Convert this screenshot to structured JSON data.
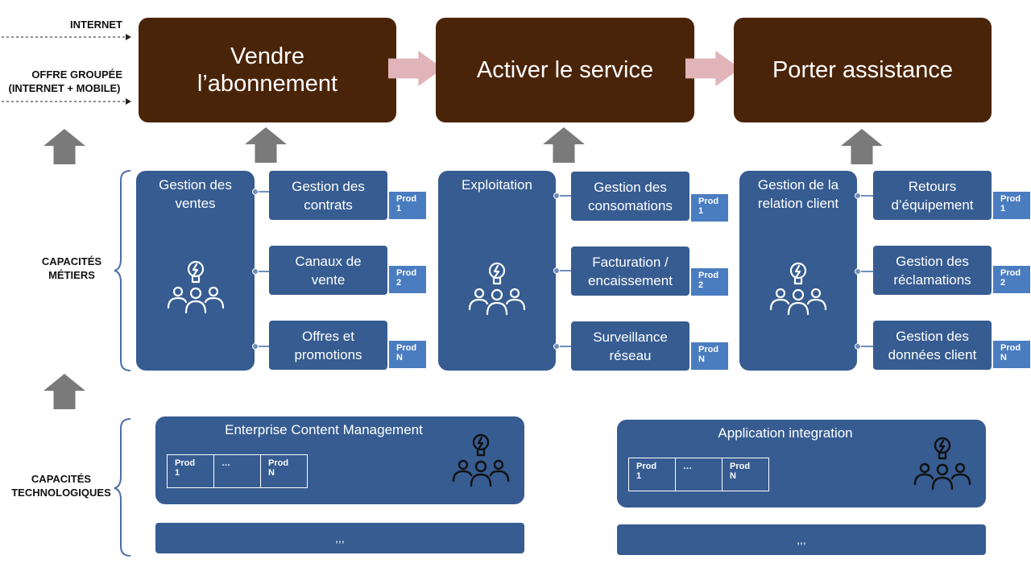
{
  "left_labels": {
    "internet": "INTERNET",
    "offre_line1": "OFFRE GROUPÉE",
    "offre_line2": "(INTERNET + MOBILE)",
    "metiers_line1": "CAPACITÉS",
    "metiers_line2": "MÉTIERS",
    "techno_line1": "CAPACITÉS",
    "techno_line2": "TECHNOLOGIQUES"
  },
  "value_chain": [
    {
      "line1": "Vendre",
      "line2": "l’abonnement"
    },
    {
      "line1": "Activer le service"
    },
    {
      "line1": "Porter assistance"
    }
  ],
  "business_groups": [
    {
      "title_line1": "Gestion des",
      "title_line2": "ventes",
      "icon": "team-idea-icon",
      "items": [
        {
          "line1": "Gestion des",
          "line2": "contrats",
          "prod_a": "Prod",
          "prod_b": "1"
        },
        {
          "line1": "Canaux de",
          "line2": "vente",
          "prod_a": "Prod",
          "prod_b": "2"
        },
        {
          "line1": "Offres et",
          "line2": "promotions",
          "prod_a": "Prod",
          "prod_b": "N"
        }
      ]
    },
    {
      "title_line1": "Exploitation",
      "title_line2": "",
      "icon": "team-idea-icon",
      "items": [
        {
          "line1": "Gestion des",
          "line2": "consomations",
          "prod_a": "Prod",
          "prod_b": "1"
        },
        {
          "line1": "Facturation /",
          "line2": "encaissement",
          "prod_a": "Prod",
          "prod_b": "2"
        },
        {
          "line1": "Surveillance",
          "line2": "réseau",
          "prod_a": "Prod",
          "prod_b": "N"
        }
      ]
    },
    {
      "title_line1": "Gestion de la",
      "title_line2": "relation client",
      "icon": "team-idea-icon",
      "items": [
        {
          "line1": "Retours",
          "line2": "d’équipement",
          "prod_a": "Prod",
          "prod_b": "1"
        },
        {
          "line1": "Gestion des",
          "line2": "réclamations",
          "prod_a": "Prod",
          "prod_b": "2"
        },
        {
          "line1": "Gestion des",
          "line2": "données client",
          "prod_a": "Prod",
          "prod_b": "N"
        }
      ]
    }
  ],
  "tech_capabilities": [
    {
      "title": "Enterprise Content Management",
      "icon": "team-idea-icon",
      "cells": [
        {
          "a": "Prod",
          "b": "1"
        },
        {
          "a": "…",
          "b": ""
        },
        {
          "a": "Prod",
          "b": "N"
        }
      ],
      "more": ",,,"
    },
    {
      "title": "Application integration",
      "icon": "team-idea-icon",
      "cells": [
        {
          "a": "Prod",
          "b": "1"
        },
        {
          "a": "…",
          "b": ""
        },
        {
          "a": "Prod",
          "b": "N"
        }
      ],
      "more": ",,,"
    }
  ],
  "colors": {
    "value_chain_box": "#4a2409",
    "capability_box": "#365c91",
    "prod_tag": "#4a7cc0",
    "chevron": "#e0b4b8",
    "up_arrow": "#7a7a7a"
  }
}
